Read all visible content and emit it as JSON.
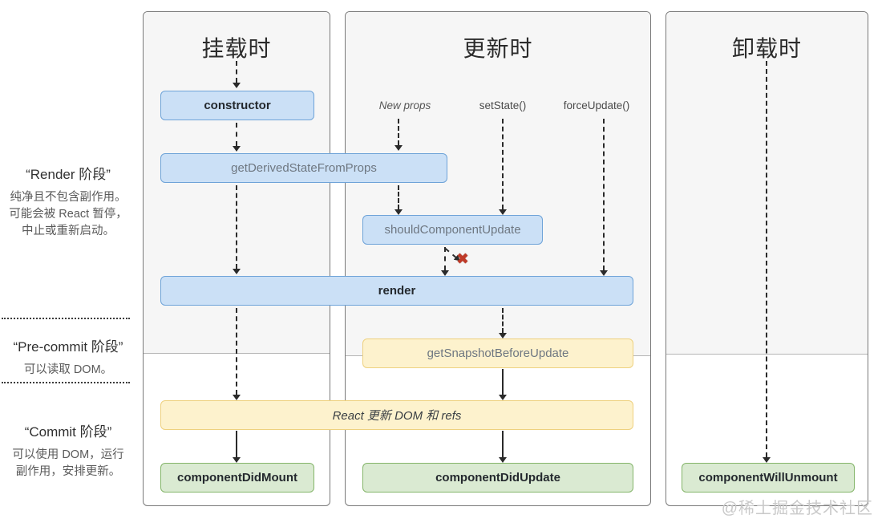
{
  "sidebar": {
    "render_phase": {
      "title": "“Render 阶段”",
      "lines": [
        "纯净且不包含副作用。",
        "可能会被 React 暂停，",
        "中止或重新启动。"
      ]
    },
    "precommit_phase": {
      "title": "“Pre-commit 阶段”",
      "lines": [
        "可以读取 DOM。"
      ]
    },
    "commit_phase": {
      "title": "“Commit 阶段”",
      "lines": [
        "可以使用 DOM，运行",
        "副作用，安排更新。"
      ]
    }
  },
  "columns": {
    "mounting": {
      "title": "挂载时"
    },
    "updating": {
      "title": "更新时",
      "triggers": [
        "New props",
        "setState()",
        "forceUpdate()"
      ]
    },
    "unmounting": {
      "title": "卸载时"
    }
  },
  "nodes": {
    "constructor": "constructor",
    "getDerivedStateFromProps": "getDerivedStateFromProps",
    "shouldComponentUpdate": "shouldComponentUpdate",
    "render": "render",
    "getSnapshotBeforeUpdate": "getSnapshotBeforeUpdate",
    "reactUpdates": "React 更新 DOM 和 refs",
    "componentDidMount": "componentDidMount",
    "componentDidUpdate": "componentDidUpdate",
    "componentWillUnmount": "componentWillUnmount"
  },
  "icons": {
    "skip_update": "✖"
  },
  "watermark": "@稀土掘金技术社区",
  "colors": {
    "panel_border": "#7a7a7a",
    "shade_bg": "#f6f6f6",
    "shade_line": "#b5b5b5",
    "blue_fill": "#cbe0f6",
    "blue_border": "#6ea3d8",
    "yellow_fill": "#fdf2cd",
    "yellow_border": "#eed17f",
    "green_fill": "#daead2",
    "green_border": "#84b56a",
    "dark_text": "#24292e",
    "gray_text": "#6e7781",
    "trigger_text": "#4a4a4a",
    "arrow_color": "#2a2a2a",
    "x_red": "#bf3a28",
    "watermark": "#c9c9c9"
  }
}
